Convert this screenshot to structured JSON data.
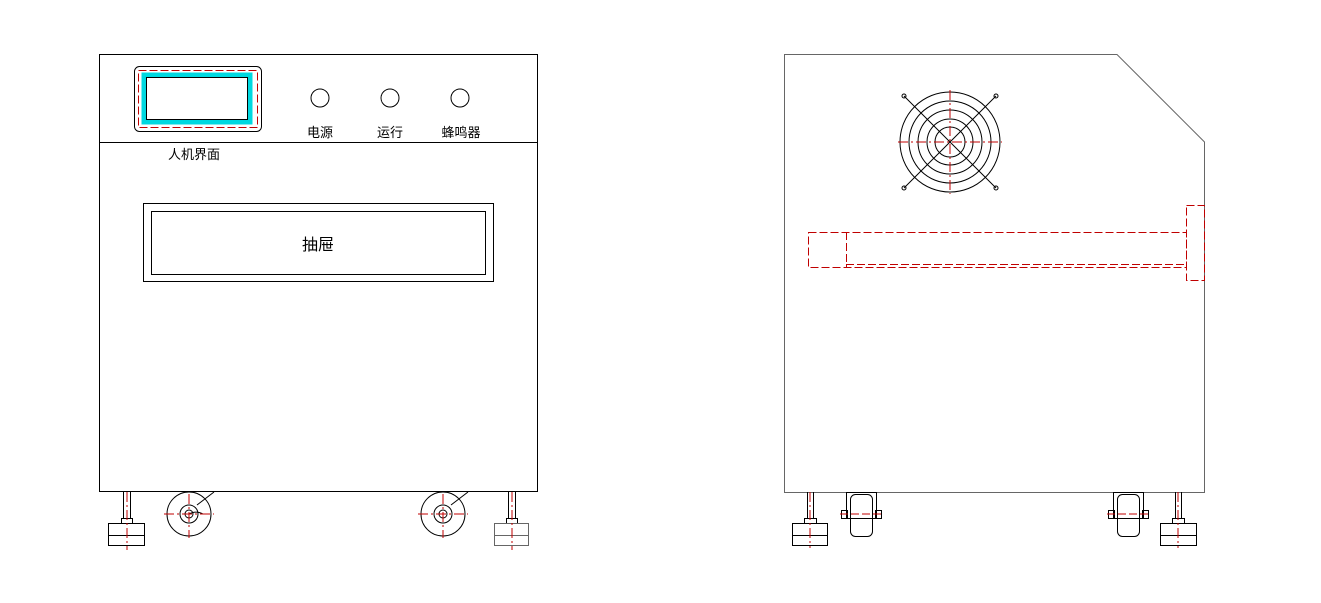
{
  "front_view": {
    "hmi_label": "人机界面",
    "indicators": [
      {
        "label": "电源"
      },
      {
        "label": "运行"
      },
      {
        "label": "蜂鸣器"
      }
    ],
    "drawer_label": "抽屉"
  },
  "colors": {
    "hmi_frame": "#00d8e0",
    "centerline": "#c00000",
    "outline": "#000000"
  }
}
